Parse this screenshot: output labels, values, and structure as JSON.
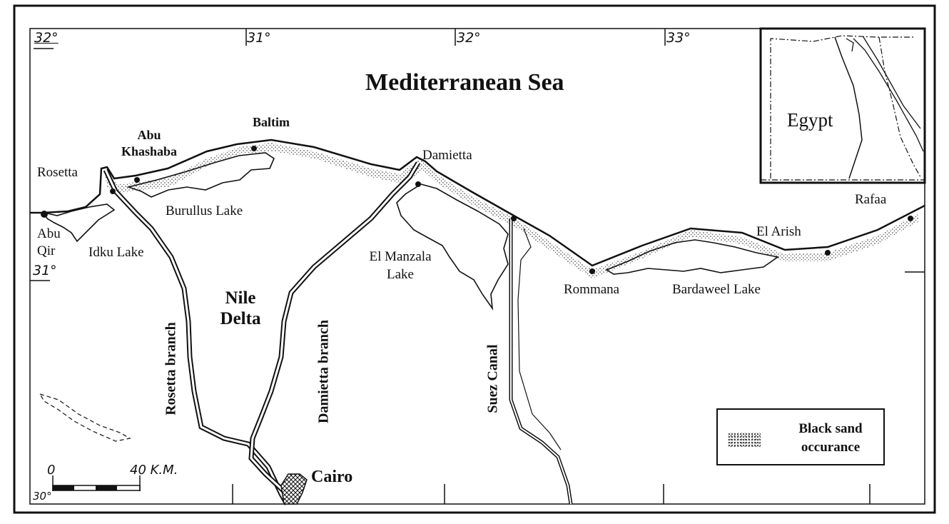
{
  "map": {
    "title": "Mediterranean Sea",
    "region": "Nile Delta",
    "inset_label": "Egypt",
    "places": {
      "rosetta": "Rosetta",
      "abu_khashaba": "Abu Khashaba",
      "baltim": "Baltim",
      "damietta": "Damietta",
      "abu_qir": "Abu Qir",
      "idku_lake": "Idku Lake",
      "burullus_lake": "Burullus Lake",
      "el_manzala_lake": "El Manzala Lake",
      "rommana": "Rommana",
      "bardaweel_lake": "Bardaweel Lake",
      "el_arish": "El Arish",
      "rafaa": "Rafaa",
      "cairo": "Cairo"
    },
    "features": {
      "rosetta_branch": "Rosetta branch",
      "damietta_branch": "Damietta branch",
      "suez_canal": "Suez Canal"
    },
    "graticule": {
      "top": [
        "32°",
        "31°",
        "32°",
        "33°"
      ],
      "left": [
        "31°",
        "30°"
      ]
    },
    "scale_bar": {
      "start": "0",
      "end": "40 K.M."
    },
    "legend": {
      "label_line1": "Black sand",
      "label_line2": "occurance"
    }
  }
}
